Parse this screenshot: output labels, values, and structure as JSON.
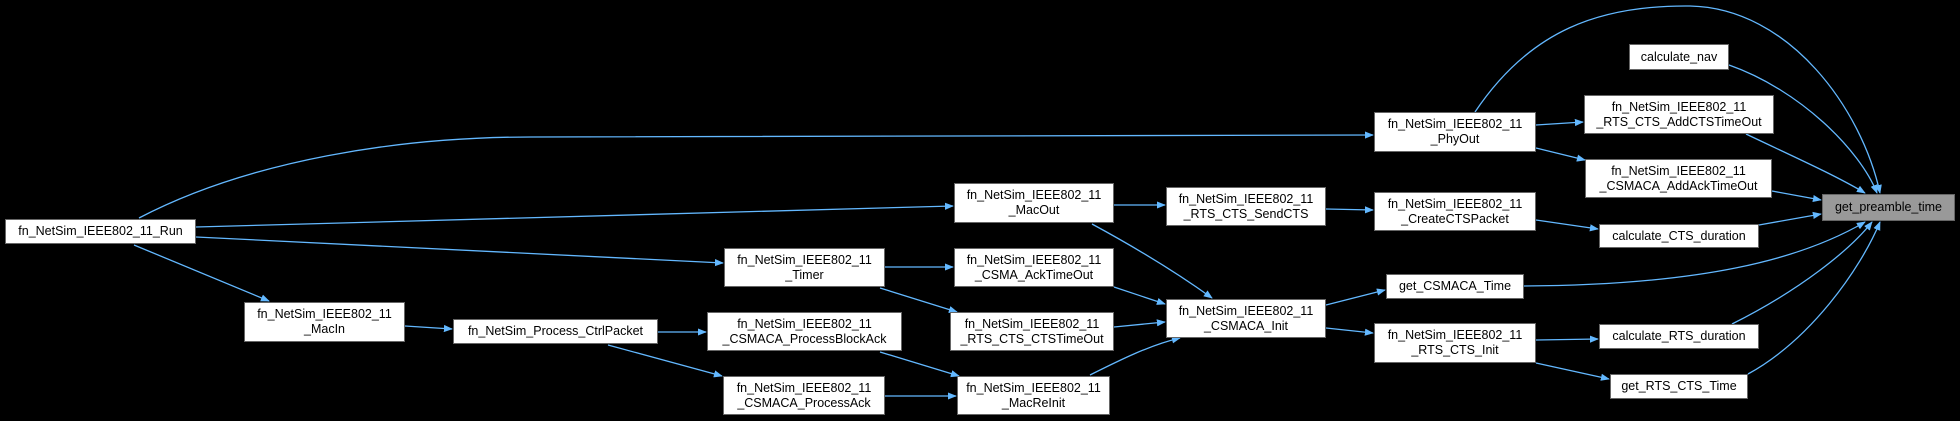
{
  "graph": {
    "colors": {
      "edge": "#63b8ff",
      "background": "#000000",
      "node_fill": "#ffffff",
      "focus_fill": "#999999"
    },
    "focus": "preamble",
    "nodes": [
      {
        "id": "run",
        "lines": [
          "fn_NetSim_IEEE802_11_Run"
        ]
      },
      {
        "id": "macin",
        "lines": [
          "fn_NetSim_IEEE802_11",
          "_MacIn"
        ]
      },
      {
        "id": "ctrl",
        "lines": [
          "fn_NetSim_Process_CtrlPacket"
        ]
      },
      {
        "id": "blockack",
        "lines": [
          "fn_NetSim_IEEE802_11",
          "_CSMACA_ProcessBlockAck"
        ]
      },
      {
        "id": "procack",
        "lines": [
          "fn_NetSim_IEEE802_11",
          "_CSMACA_ProcessAck"
        ]
      },
      {
        "id": "timer",
        "lines": [
          "fn_NetSim_IEEE802_11",
          "_Timer"
        ]
      },
      {
        "id": "macout",
        "lines": [
          "fn_NetSim_IEEE802_11",
          "_MacOut"
        ]
      },
      {
        "id": "acktimeout",
        "lines": [
          "fn_NetSim_IEEE802_11",
          "_CSMA_AckTimeOut"
        ]
      },
      {
        "id": "ctstimeout",
        "lines": [
          "fn_NetSim_IEEE802_11",
          "_RTS_CTS_CTSTimeOut"
        ]
      },
      {
        "id": "macreinit",
        "lines": [
          "fn_NetSim_IEEE802_11",
          "_MacReInit"
        ]
      },
      {
        "id": "sendcts",
        "lines": [
          "fn_NetSim_IEEE802_11",
          "_RTS_CTS_SendCTS"
        ]
      },
      {
        "id": "init",
        "lines": [
          "fn_NetSim_IEEE802_11",
          "_CSMACA_Init"
        ]
      },
      {
        "id": "phyout",
        "lines": [
          "fn_NetSim_IEEE802_11",
          "_PhyOut"
        ]
      },
      {
        "id": "creatects",
        "lines": [
          "fn_NetSim_IEEE802_11",
          "_CreateCTSPacket"
        ]
      },
      {
        "id": "csmacatime",
        "lines": [
          "get_CSMACA_Time"
        ]
      },
      {
        "id": "rtsinit",
        "lines": [
          "fn_NetSim_IEEE802_11",
          "_RTS_CTS_Init"
        ]
      },
      {
        "id": "nav",
        "lines": [
          "calculate_nav"
        ]
      },
      {
        "id": "addcts",
        "lines": [
          "fn_NetSim_IEEE802_11",
          "_RTS_CTS_AddCTSTimeOut"
        ]
      },
      {
        "id": "addack",
        "lines": [
          "fn_NetSim_IEEE802_11",
          "_CSMACA_AddAckTimeOut"
        ]
      },
      {
        "id": "ctsdur",
        "lines": [
          "calculate_CTS_duration"
        ]
      },
      {
        "id": "rtsdur",
        "lines": [
          "calculate_RTS_duration"
        ]
      },
      {
        "id": "rtsctstime",
        "lines": [
          "get_RTS_CTS_Time"
        ]
      },
      {
        "id": "preamble",
        "lines": [
          "get_preamble_time"
        ]
      }
    ],
    "edges": [
      [
        "run",
        "phyout"
      ],
      [
        "run",
        "macout"
      ],
      [
        "run",
        "timer"
      ],
      [
        "run",
        "macin"
      ],
      [
        "macin",
        "ctrl"
      ],
      [
        "ctrl",
        "blockack"
      ],
      [
        "ctrl",
        "procack"
      ],
      [
        "timer",
        "acktimeout"
      ],
      [
        "timer",
        "ctstimeout"
      ],
      [
        "blockack",
        "macreinit"
      ],
      [
        "procack",
        "macreinit"
      ],
      [
        "macout",
        "sendcts"
      ],
      [
        "macout",
        "init"
      ],
      [
        "acktimeout",
        "init"
      ],
      [
        "ctstimeout",
        "init"
      ],
      [
        "macreinit",
        "init"
      ],
      [
        "sendcts",
        "creatects"
      ],
      [
        "init",
        "csmacatime"
      ],
      [
        "init",
        "rtsinit"
      ],
      [
        "phyout",
        "addcts"
      ],
      [
        "phyout",
        "addack"
      ],
      [
        "phyout",
        "preamble"
      ],
      [
        "creatects",
        "ctsdur"
      ],
      [
        "rtsinit",
        "rtsdur"
      ],
      [
        "rtsinit",
        "rtsctstime"
      ],
      [
        "nav",
        "preamble"
      ],
      [
        "addcts",
        "preamble"
      ],
      [
        "addack",
        "preamble"
      ],
      [
        "ctsdur",
        "preamble"
      ],
      [
        "csmacatime",
        "preamble"
      ],
      [
        "rtsdur",
        "preamble"
      ],
      [
        "rtsctstime",
        "preamble"
      ]
    ]
  }
}
